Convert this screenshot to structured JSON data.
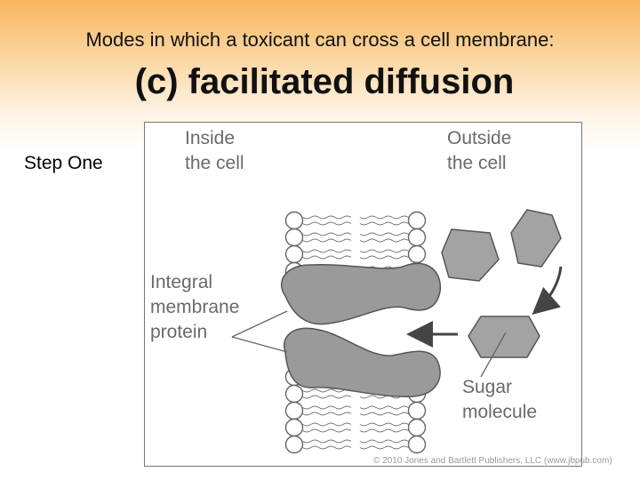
{
  "slide": {
    "subtitle": "Modes in which a toxicant can cross a cell membrane:",
    "title": "(c) facilitated diffusion",
    "step_label": "Step One"
  },
  "figure": {
    "inside_label": [
      "Inside",
      "the cell"
    ],
    "outside_label": [
      "Outside",
      "the cell"
    ],
    "protein_label": [
      "Integral",
      "membrane",
      "protein"
    ],
    "sugar_label": [
      "Sugar",
      "molecule"
    ],
    "copyright": "© 2010 Jones and Bartlett Publishers, LLC (www.jbpub.com)"
  },
  "colors": {
    "header_gradient_top": "#f7b55d",
    "protein_fill": "#9a9a9a",
    "molecule_fill": "#a3a3a3",
    "label_gray": "#6a6a6a"
  }
}
